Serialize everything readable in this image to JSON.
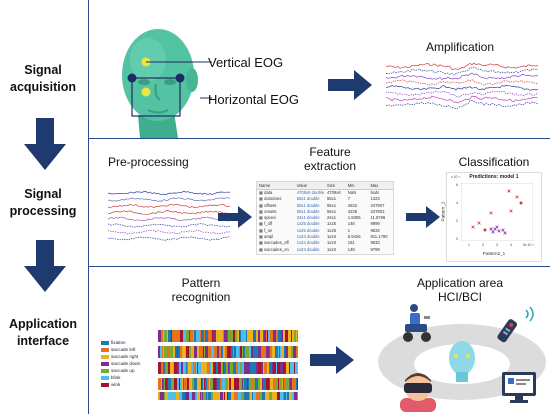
{
  "stages": {
    "acquisition": "Signal\nacquisition",
    "processing": "Signal\nprocessing",
    "application": "Application\ninterface"
  },
  "acquisition": {
    "vertical_eog": "Vertical EOG",
    "horizontal_eog": "Horizontal EOG",
    "amplification": "Amplification"
  },
  "processing": {
    "preprocessing": "Pre-processing",
    "feature_extraction": "Feature\nextraction",
    "classification": "Classification",
    "table": {
      "columns": [
        "Name",
        "Value",
        "Size",
        "Min",
        "Max"
      ],
      "rows": [
        [
          "data",
          "4709x6 double",
          "4709x6",
          "NaN",
          "NaN"
        ],
        [
          "durations",
          "55x1 double",
          "55x1",
          "7",
          "1323"
        ],
        [
          "offsets",
          "55x1 double",
          "55x1",
          "4632",
          "237907"
        ],
        [
          "onsets",
          "55x1 double",
          "55x1",
          "4239",
          "237803"
        ],
        [
          "speed",
          "24x1 double",
          "24x1",
          "1.5006",
          "11.6766"
        ],
        [
          "f_off",
          "1x25 double",
          "1x25",
          "148",
          "9999"
        ],
        [
          "f_on",
          "1x25 double",
          "1x25",
          "1",
          "9834"
        ],
        [
          "ampl",
          "1x24 double",
          "1x24",
          "6.9426",
          "811.1790"
        ],
        [
          "saccades_off",
          "1x24 double",
          "1x24",
          "181",
          "9833"
        ],
        [
          "saccades_on",
          "1x24 double",
          "1x24",
          "148",
          "9799"
        ]
      ]
    },
    "plot": {
      "title": "Predictions: model 1",
      "xlabel": "Pattern2_1",
      "ylabel": "Pattern_2",
      "x_exponent": "x 10⁻³",
      "y_exponent": "x 10⁻³",
      "xticks": [
        "1",
        "2",
        "3",
        "4",
        "5"
      ],
      "yticks": [
        "0",
        "2",
        "4",
        "6"
      ]
    }
  },
  "application": {
    "pattern_recognition": "Pattern\nrecognition",
    "area_title": "Application area\nHCI/BCI",
    "legend": [
      {
        "label": "fixation",
        "color": "#1f77b4"
      },
      {
        "label": "saccade left",
        "color": "#e8731e"
      },
      {
        "label": "saccade right",
        "color": "#edb120"
      },
      {
        "label": "saccade down",
        "color": "#7e2f8e"
      },
      {
        "label": "saccade up",
        "color": "#77ac30"
      },
      {
        "label": "blink",
        "color": "#4dbeee"
      },
      {
        "label": "wink",
        "color": "#a2142f"
      }
    ]
  },
  "colors": {
    "arrow": "#1f3a6e",
    "divider": "#2a4b8a",
    "head": "#54c3a4",
    "electrode": "#e8e840",
    "electrode_dark": "#1f2a60"
  }
}
